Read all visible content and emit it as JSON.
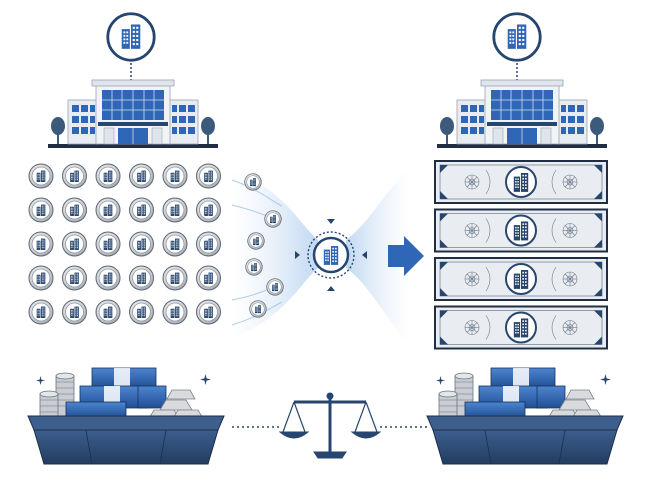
{
  "colors": {
    "navy": "#27466f",
    "blue": "#2f66b5",
    "light_blue": "#dbe9f8",
    "bill_bg": "#e9edf2",
    "coin_silver": "#c9cdd2",
    "gold": "#c9a43c",
    "dark": "#1f2d45",
    "tree": "#3c5a7c"
  },
  "icons": {
    "entity_badge": "office-tower-icon",
    "institution": "bank-building-icon",
    "token": "coin-token-icon",
    "unit": "banknote-icon",
    "arrow": "right-arrow-icon",
    "balance": "scale-balance-icon",
    "reserve": "cash-and-coins-vault-icon",
    "sparkle": "sparkle-icon"
  },
  "diagram": {
    "coin_grid": {
      "rows": 5,
      "cols": 6
    },
    "flowing_coins": 6,
    "banknotes": 4
  }
}
